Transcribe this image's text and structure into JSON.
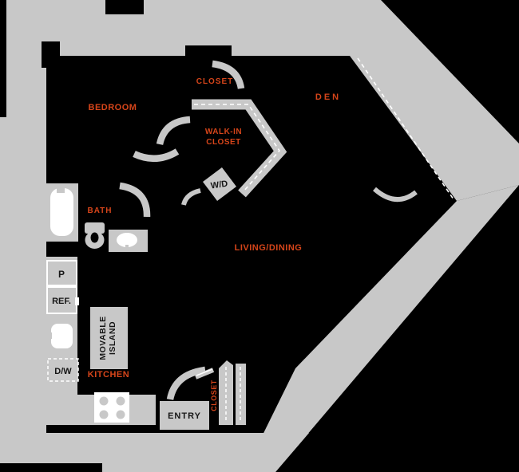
{
  "floorplan": {
    "rooms": {
      "bedroom": "BEDROOM",
      "closet_top": "CLOSET",
      "walk_in_line1": "WALK-IN",
      "walk_in_line2": "CLOSET",
      "den": "DEN",
      "bath": "BATH",
      "living_dining": "LIVING/DINING",
      "kitchen": "KITCHEN",
      "entry_closet": "CLOSET"
    },
    "fixtures": {
      "washer_dryer": "W/D",
      "pantry": "P",
      "refrigerator": "REF.",
      "dishwasher": "D/W",
      "island_line1": "MOVABLE",
      "island_line2": "ISLAND",
      "entry": "ENTRY"
    },
    "colors": {
      "floor": "#000000",
      "building_mass": "#c8c8c8",
      "fixture_white": "#ffffff",
      "label_orange": "#d6451a",
      "label_dark": "#161616"
    }
  }
}
